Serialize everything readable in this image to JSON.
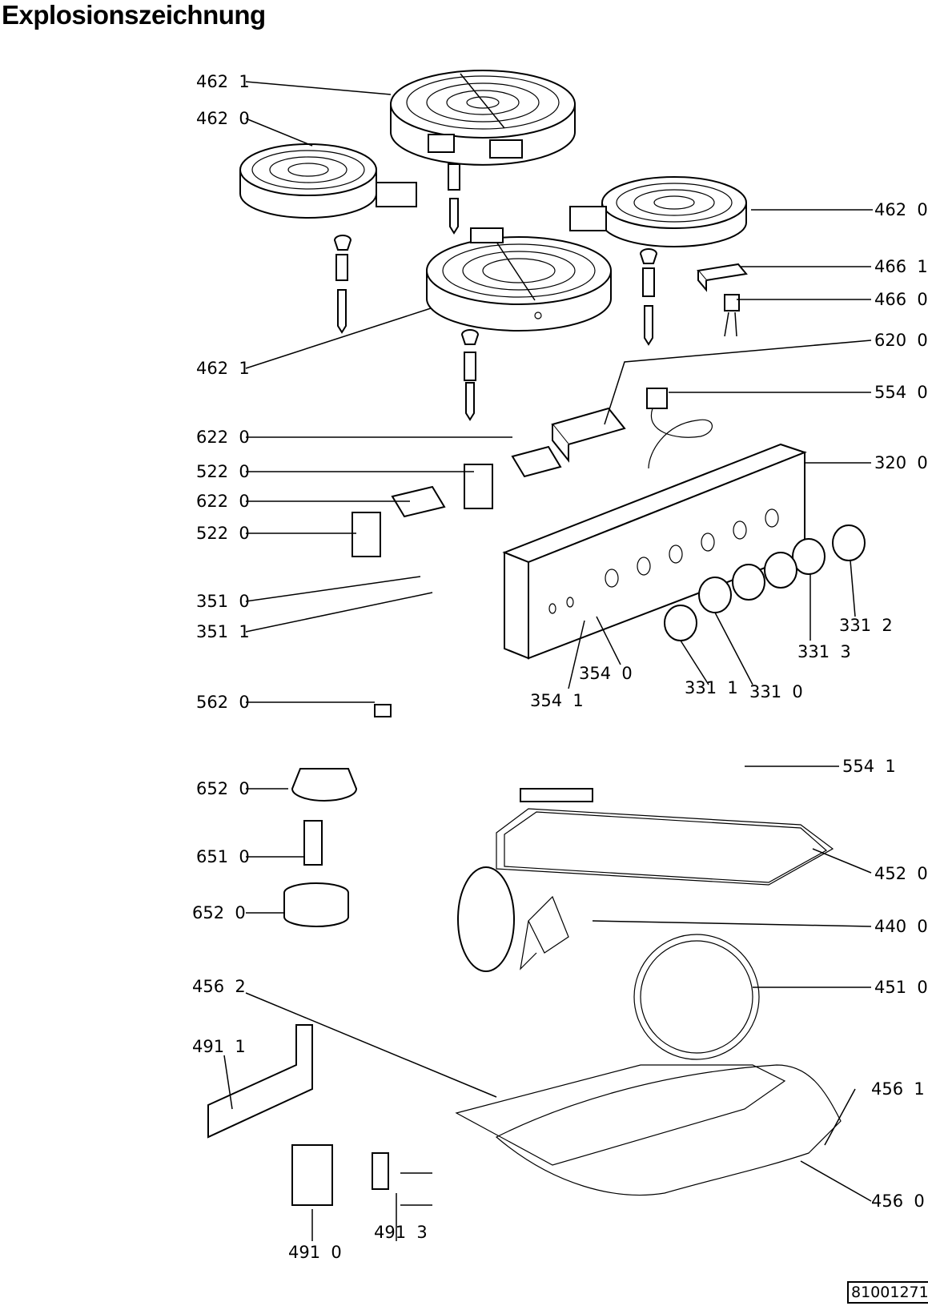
{
  "title": "Explosionszeichnung",
  "document_number": "81001271",
  "labels": {
    "l4621a": "462  1",
    "l4620a": "462  0",
    "l4620b": "462  0",
    "l4661": "466  1",
    "l4660": "466  0",
    "l4621b": "462  1",
    "l6200": "620  0",
    "l5540": "554  0",
    "l6220a": "622  0",
    "l3200": "320  0",
    "l5220a": "522  0",
    "l6220b": "622  0",
    "l5220b": "522  0",
    "l3510": "351  0",
    "l3511": "351  1",
    "l3312": "331  2",
    "l3313": "331  3",
    "l3540": "354  0",
    "l3541": "354  1",
    "l3311": "331  1",
    "l3310": "331  0",
    "l5620": "562  0",
    "l5541": "554  1",
    "l6520a": "652  0",
    "l6510": "651  0",
    "l4520": "452  0",
    "l6520b": "652  0",
    "l4400": "440  0",
    "l4562": "456  2",
    "l4510": "451  0",
    "l4911": "491  1",
    "l4561": "456  1",
    "l4560": "456  0",
    "l4910": "491  0",
    "l4913": "491  3"
  }
}
